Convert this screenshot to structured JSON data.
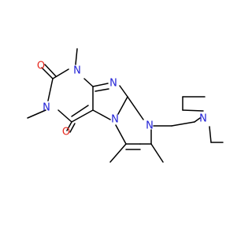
{
  "molecule": {
    "atoms": {
      "o_top": "O",
      "o_bottom": "O",
      "n_ring1_top": "N",
      "n_ring1_left": "N",
      "n_imine": "N",
      "n_five_ring": "N",
      "n_side_ring": "N",
      "n_amine": "N"
    },
    "colors": {
      "bond": "#000000",
      "nitrogen": "#1f1fd6",
      "oxygen": "#e6281e",
      "background": "#ffffff"
    }
  }
}
